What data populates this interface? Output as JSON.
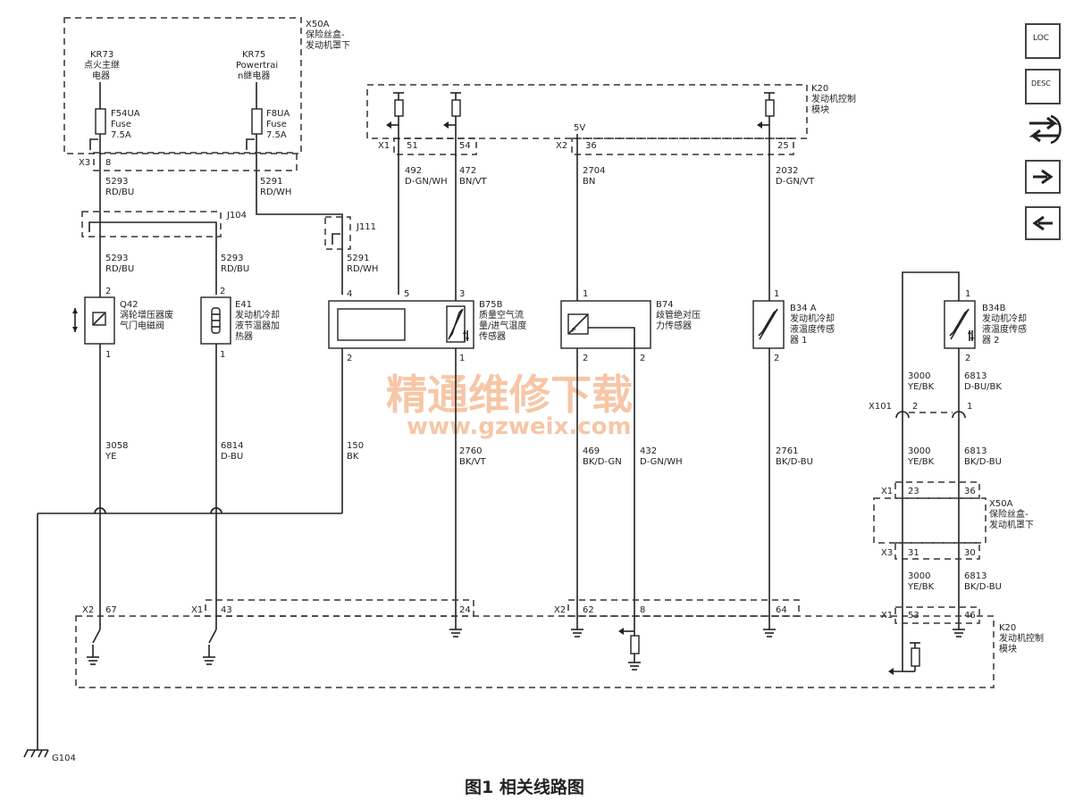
{
  "caption": "图1  相关线路图",
  "watermark": {
    "title": "精通维修下载",
    "url": "www.gzweix.com"
  },
  "nav_buttons": {
    "loc": "LOC",
    "desc": "DESC"
  },
  "fuse_block": {
    "ref": "X50A",
    "desc1": "保险丝盒-",
    "desc2": "发动机罩下"
  },
  "fuse_block2": {
    "ref": "X50A",
    "desc1": "保险丝盒-",
    "desc2": "发动机罩下"
  },
  "ecm": {
    "ref": "K20",
    "desc1": "发动机控制",
    "desc2": "模块"
  },
  "ecm2": {
    "ref": "K20",
    "desc1": "发动机控制",
    "desc2": "模块"
  },
  "relays": [
    {
      "ref": "KR73",
      "line1": "点火主继",
      "line2": "电器",
      "fuse": "F54UA",
      "fuse_t": "Fuse",
      "amp": "7.5A"
    },
    {
      "ref": "KR75",
      "line1": "Powertrai",
      "line2": "n继电器",
      "fuse": "F8UA",
      "fuse_t": "Fuse",
      "amp": "7.5A"
    }
  ],
  "splices": {
    "j104": "J104",
    "j111": "J111"
  },
  "ground": "G104",
  "connectors": {
    "x1": "X1",
    "x2": "X2",
    "x3": "X3",
    "x101": "X101",
    "five_v": "5V"
  },
  "pins": {
    "x3_8": "8",
    "x1_51": "51",
    "x1_54": "54",
    "x2_36": "36",
    "x1_25": "25",
    "q42_2": "2",
    "q42_1": "1",
    "e41_2": "2",
    "e41_1": "1",
    "b75_4": "4",
    "b75_5": "5",
    "b75_3": "3",
    "b75_2": "2",
    "b75_1": "1",
    "b74_1": "1",
    "b74_2a": "2",
    "b74_2b": "2",
    "b34a_1": "1",
    "b34a_2": "2",
    "b34b_1": "1",
    "b34b_2": "2",
    "x101_2": "2",
    "x101_1": "1",
    "x1_23": "23",
    "x1_36": "36",
    "x3_31": "31",
    "x3_30": "30",
    "x2_67": "67",
    "x1_43": "43",
    "p24": "24",
    "x2_62": "62",
    "p8": "8",
    "p64": "64",
    "x1_53": "53",
    "p46": "46"
  },
  "wires": {
    "w5293a": {
      "num": "5293",
      "color": "RD/BU"
    },
    "w5291a": {
      "num": "5291",
      "color": "RD/WH"
    },
    "w5293b": {
      "num": "5293",
      "color": "RD/BU"
    },
    "w5293c": {
      "num": "5293",
      "color": "RD/BU"
    },
    "w5291b": {
      "num": "5291",
      "color": "RD/WH"
    },
    "w492": {
      "num": "492",
      "color": "D-GN/WH"
    },
    "w472": {
      "num": "472",
      "color": "BN/VT"
    },
    "w2704": {
      "num": "2704",
      "color": "BN"
    },
    "w2032": {
      "num": "2032",
      "color": "D-GN/VT"
    },
    "w3058": {
      "num": "3058",
      "color": "YE"
    },
    "w6814": {
      "num": "6814",
      "color": "D-BU"
    },
    "w150": {
      "num": "150",
      "color": "BK"
    },
    "w2760": {
      "num": "2760",
      "color": "BK/VT"
    },
    "w469": {
      "num": "469",
      "color": "BK/D-GN"
    },
    "w432": {
      "num": "432",
      "color": "D-GN/WH"
    },
    "w2761": {
      "num": "2761",
      "color": "BK/D-BU"
    },
    "w3000a": {
      "num": "3000",
      "color": "YE/BK"
    },
    "w6813a": {
      "num": "6813",
      "color": "D-BU/BK"
    },
    "w3000b": {
      "num": "3000",
      "color": "YE/BK"
    },
    "w6813b": {
      "num": "6813",
      "color": "BK/D-BU"
    },
    "w3000c": {
      "num": "3000",
      "color": "YE/BK"
    },
    "w6813c": {
      "num": "6813",
      "color": "BK/D-BU"
    }
  },
  "components": {
    "q42": {
      "ref": "Q42",
      "line1": "涡轮增压器废",
      "line2": "气门电磁阀"
    },
    "e41": {
      "ref": "E41",
      "line1": "发动机冷却",
      "line2": "液节温器加",
      "line3": "热器"
    },
    "b75b": {
      "ref": "B75B",
      "line1": "质量空气流",
      "line2": "量/进气温度",
      "line3": "传感器"
    },
    "b74": {
      "ref": "B74",
      "line1": "歧管绝对压",
      "line2": "力传感器"
    },
    "b34a": {
      "ref": "B34 A",
      "line1": "发动机冷却",
      "line2": "液温度传感",
      "line3": "器 1"
    },
    "b34b": {
      "ref": "B34B",
      "line1": "发动机冷却",
      "line2": "液温度传感",
      "line3": "器 2"
    }
  }
}
